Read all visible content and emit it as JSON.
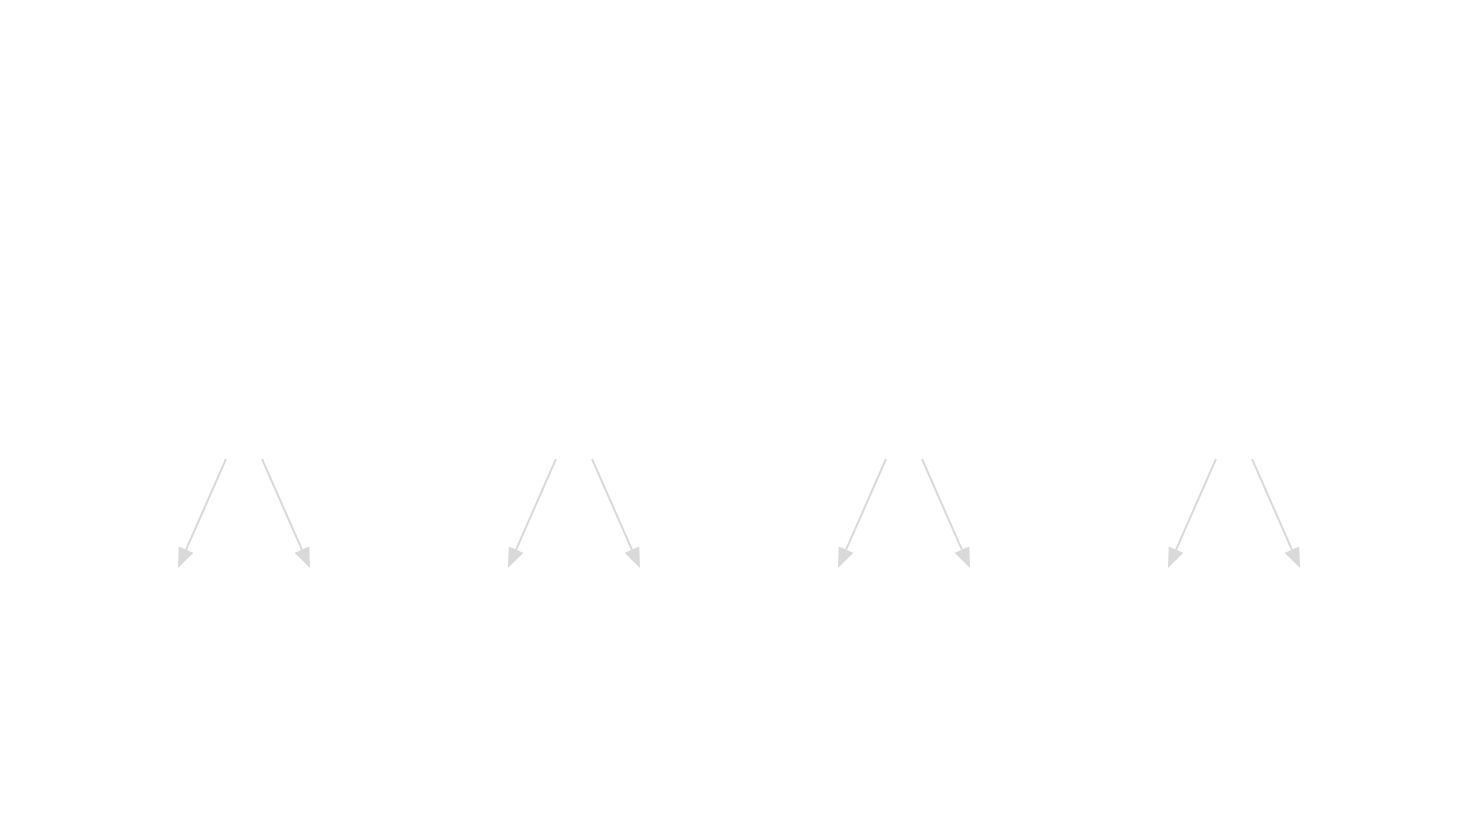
{
  "diagram": {
    "background_color": "#ffffff",
    "edge_color": "#d9d9d9",
    "branch_groups": [
      {
        "edges": [
          {
            "direction": "down-left"
          },
          {
            "direction": "down-right"
          }
        ]
      },
      {
        "edges": [
          {
            "direction": "down-left"
          },
          {
            "direction": "down-right"
          }
        ]
      },
      {
        "edges": [
          {
            "direction": "down-left"
          },
          {
            "direction": "down-right"
          }
        ]
      },
      {
        "edges": [
          {
            "direction": "down-left"
          },
          {
            "direction": "down-right"
          }
        ]
      }
    ]
  }
}
